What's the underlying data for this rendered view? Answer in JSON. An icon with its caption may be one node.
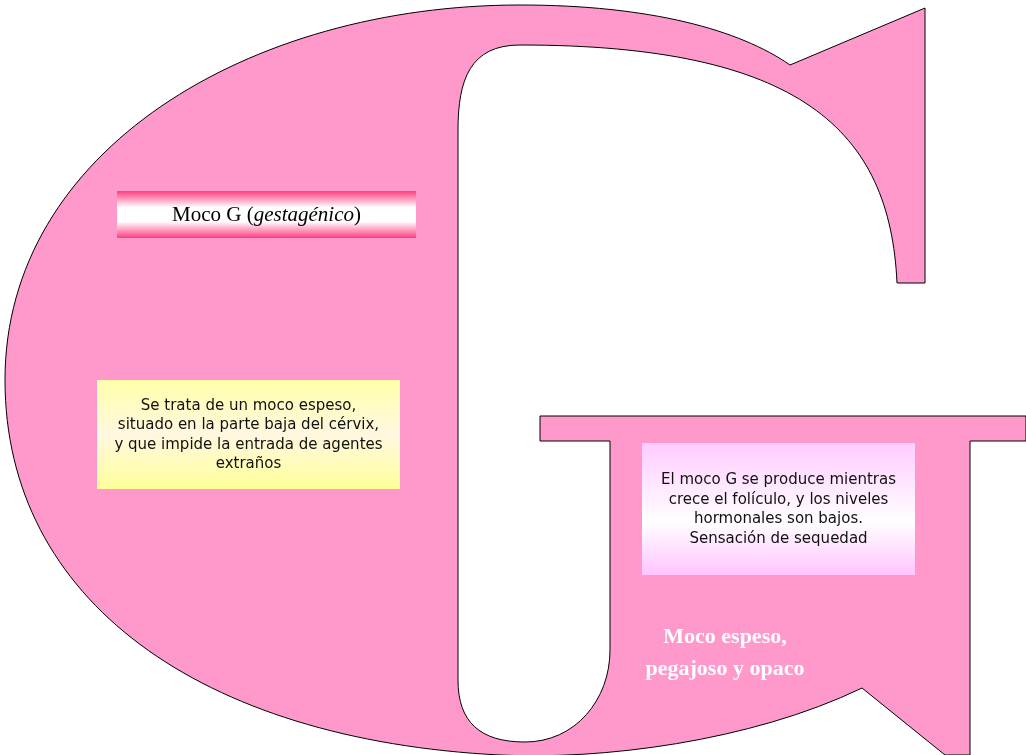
{
  "diagram": {
    "nodes": [
      {
        "text": [
          "Moco G (*gestagénico*)"
        ]
      },
      {
        "text": [
          "Se trata de un moco espeso, situado en la parte baja del cérvix, y que impide la entrada de agentes extraños"
        ]
      },
      {
        "text": [
          "El moco G se produce mientras crece el folículo, y los niveles hormonales son bajos. Sensación de sequedad"
        ]
      }
    ],
    "labels": [
      "Moco espeso, pegajoso y opaco"
    ]
  }
}
